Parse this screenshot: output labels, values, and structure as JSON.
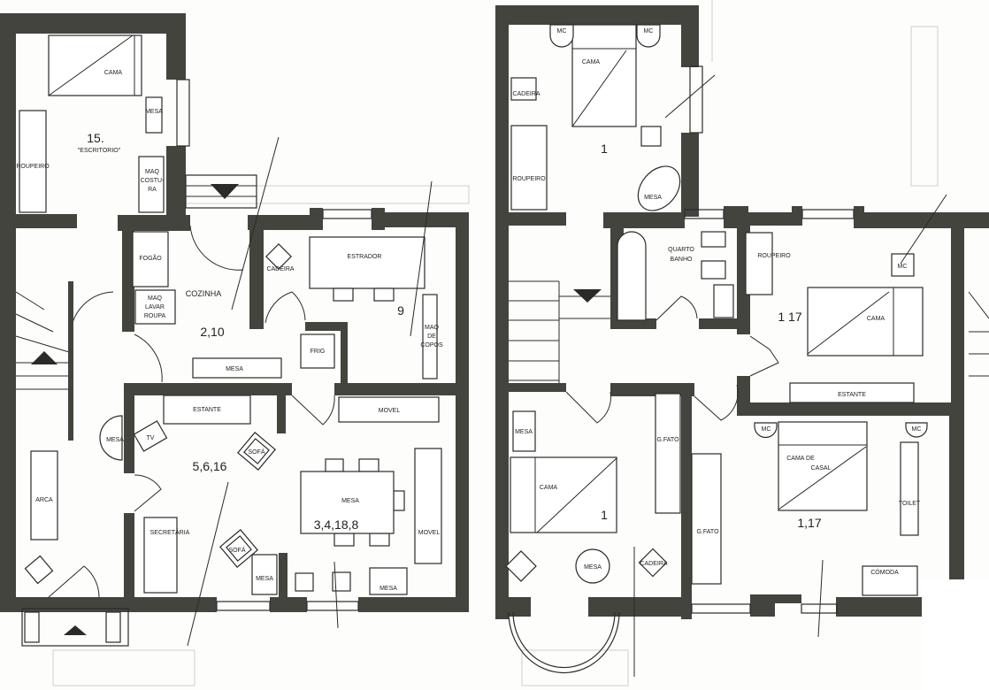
{
  "ground_floor": {
    "office": {
      "number": "15.",
      "name": "\"ESCRITORIO\"",
      "cama": "CAMA",
      "mesa": "MESA",
      "roupeiro": "ROUPEIRO",
      "maq_costura": [
        "MAQ",
        "COSTU-",
        "RA"
      ]
    },
    "kitchen": {
      "name": "COZINHA",
      "number": "2,10",
      "fogao": "FOGÃO",
      "maq_lavar": [
        "MAQ",
        "LAVAR",
        "ROUPA"
      ],
      "mesa": "MESA",
      "frig": "FRIG"
    },
    "room9": {
      "number": "9",
      "estrador": "ESTRADOR",
      "cadeira": "CADEIRA",
      "maq_copos": [
        "MAQ",
        "DE",
        "COPOS"
      ]
    },
    "living": {
      "number": "5,6,16",
      "estante": "ESTANTE",
      "tv": "TV",
      "sofa1": "SOFÁ",
      "sofa2": "SOFÁ",
      "secretaria": "SECRETÁRIA",
      "mesa": "MESA"
    },
    "dining": {
      "number": "3,4,18,8",
      "mesa": "MESA",
      "movel_top": "MOVEL",
      "movel_right": "MOVEL",
      "mesa_small": "MESA"
    },
    "hall": {
      "arca": "ARCA",
      "mesa": "MESA"
    }
  },
  "first_floor": {
    "bedroom_top": {
      "number": "1",
      "cama": "CAMA",
      "cadeira": "CADEIRA",
      "roupeiro": "ROUPEIRO",
      "mesa": "MESA",
      "mc1": "MC",
      "mc2": "MC"
    },
    "bathroom": {
      "name": [
        "QUARTO",
        "BANHO"
      ]
    },
    "bedroom_right": {
      "number": "1 17",
      "roupeiro": "ROUPEIRO",
      "mc": "MC",
      "cama": "CAMA",
      "estante": "ESTANTE"
    },
    "bedroom_left": {
      "number": "1",
      "mesa": "MESA",
      "cama": "CAMA",
      "gfato": "G.FATO",
      "mesa_round": "MESA",
      "cadeira": "CADEIRA"
    },
    "bedroom_main": {
      "number": "1,17",
      "cama": [
        "CAMA DE",
        "CASAL"
      ],
      "gfato": "G.FATO",
      "mc1": "MC",
      "mc2": "MC",
      "toilet": "TOILET",
      "comoda": "CÓMODA"
    }
  },
  "colors": {
    "wall": "#44443f",
    "line": "#2a2a28",
    "paper": "#fdfdfb"
  }
}
